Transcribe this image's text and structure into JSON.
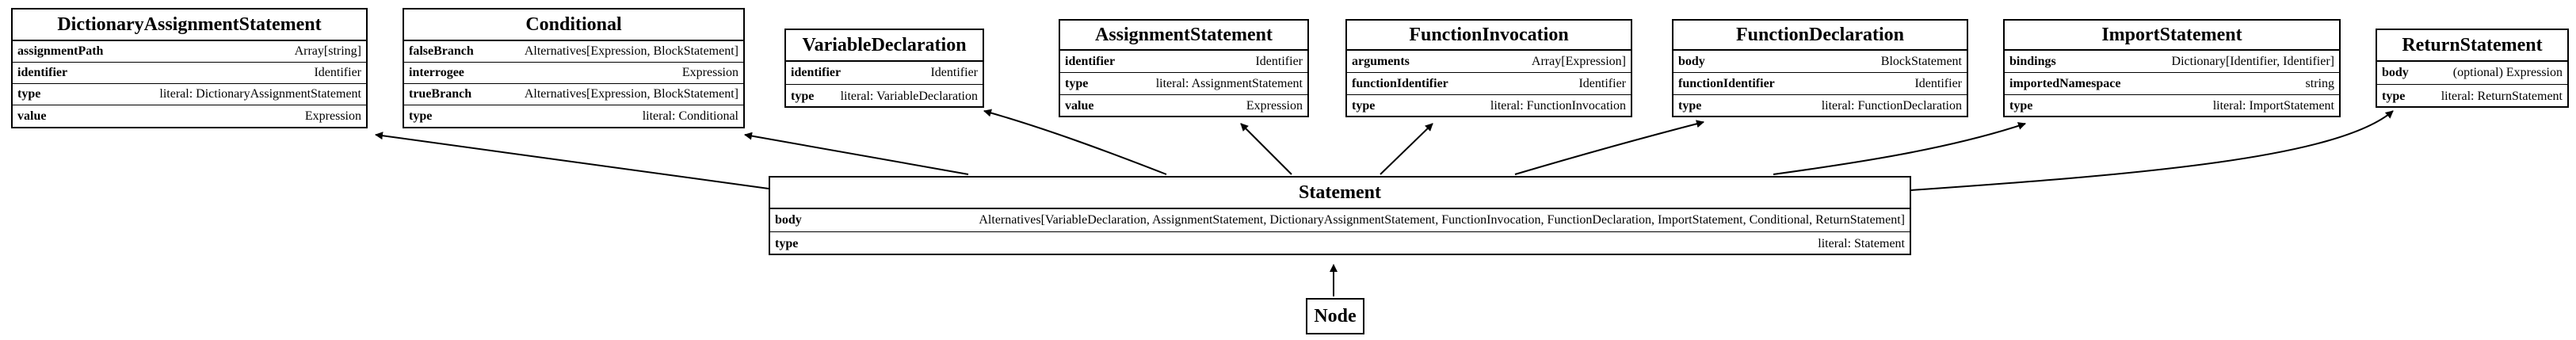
{
  "nodes": {
    "dictionary_assignment_statement": {
      "title": "DictionaryAssignmentStatement",
      "fields": [
        {
          "name": "assignmentPath",
          "type": "Array[string]"
        },
        {
          "name": "identifier",
          "type": "Identifier"
        },
        {
          "name": "type",
          "type": "literal: DictionaryAssignmentStatement"
        },
        {
          "name": "value",
          "type": "Expression"
        }
      ]
    },
    "conditional": {
      "title": "Conditional",
      "fields": [
        {
          "name": "falseBranch",
          "type": "Alternatives[Expression, BlockStatement]"
        },
        {
          "name": "interrogee",
          "type": "Expression"
        },
        {
          "name": "trueBranch",
          "type": "Alternatives[Expression, BlockStatement]"
        },
        {
          "name": "type",
          "type": "literal: Conditional"
        }
      ]
    },
    "variable_declaration": {
      "title": "VariableDeclaration",
      "fields": [
        {
          "name": "identifier",
          "type": "Identifier"
        },
        {
          "name": "type",
          "type": "literal: VariableDeclaration"
        }
      ]
    },
    "assignment_statement": {
      "title": "AssignmentStatement",
      "fields": [
        {
          "name": "identifier",
          "type": "Identifier"
        },
        {
          "name": "type",
          "type": "literal: AssignmentStatement"
        },
        {
          "name": "value",
          "type": "Expression"
        }
      ]
    },
    "function_invocation": {
      "title": "FunctionInvocation",
      "fields": [
        {
          "name": "arguments",
          "type": "Array[Expression]"
        },
        {
          "name": "functionIdentifier",
          "type": "Identifier"
        },
        {
          "name": "type",
          "type": "literal: FunctionInvocation"
        }
      ]
    },
    "function_declaration": {
      "title": "FunctionDeclaration",
      "fields": [
        {
          "name": "body",
          "type": "BlockStatement"
        },
        {
          "name": "functionIdentifier",
          "type": "Identifier"
        },
        {
          "name": "type",
          "type": "literal: FunctionDeclaration"
        }
      ]
    },
    "import_statement": {
      "title": "ImportStatement",
      "fields": [
        {
          "name": "bindings",
          "type": "Dictionary[Identifier, Identifier]"
        },
        {
          "name": "importedNamespace",
          "type": "string"
        },
        {
          "name": "type",
          "type": "literal: ImportStatement"
        }
      ]
    },
    "return_statement": {
      "title": "ReturnStatement",
      "fields": [
        {
          "name": "body",
          "type": "(optional) Expression"
        },
        {
          "name": "type",
          "type": "literal: ReturnStatement"
        }
      ]
    },
    "statement": {
      "title": "Statement",
      "fields": [
        {
          "name": "body",
          "type": "Alternatives[VariableDeclaration, AssignmentStatement, DictionaryAssignmentStatement, FunctionInvocation, FunctionDeclaration, ImportStatement, Conditional, ReturnStatement]"
        },
        {
          "name": "type",
          "type": "literal: Statement"
        }
      ]
    },
    "node": {
      "title": "Node"
    }
  },
  "edges": [
    {
      "from": "node",
      "to": "statement"
    },
    {
      "from": "statement",
      "to": "dictionary_assignment_statement"
    },
    {
      "from": "statement",
      "to": "conditional"
    },
    {
      "from": "statement",
      "to": "variable_declaration"
    },
    {
      "from": "statement",
      "to": "assignment_statement"
    },
    {
      "from": "statement",
      "to": "function_invocation"
    },
    {
      "from": "statement",
      "to": "function_declaration"
    },
    {
      "from": "statement",
      "to": "import_statement"
    },
    {
      "from": "statement",
      "to": "return_statement"
    }
  ]
}
